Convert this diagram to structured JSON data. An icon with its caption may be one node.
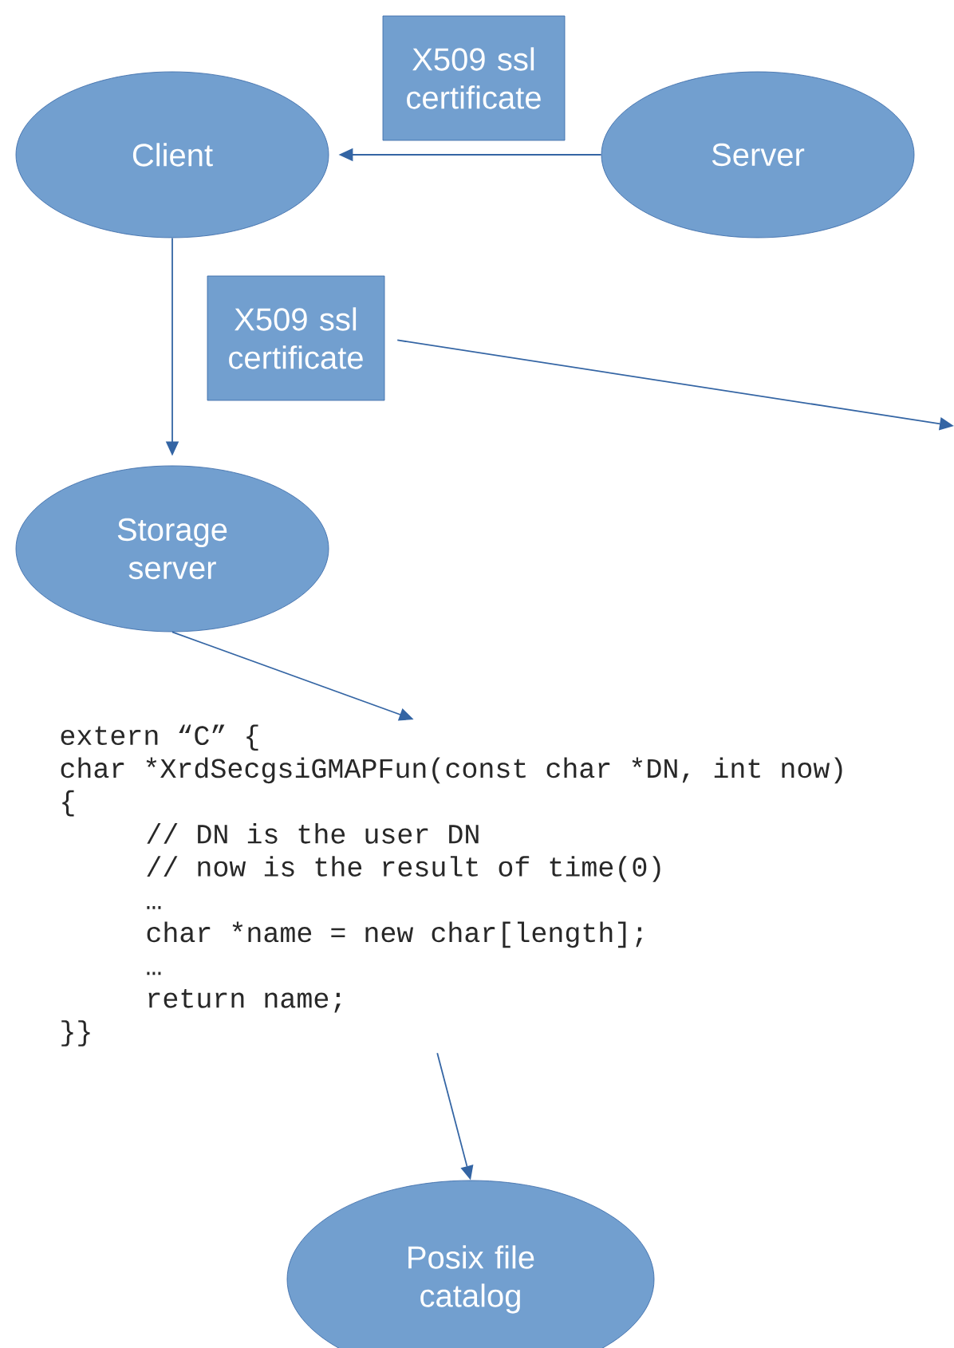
{
  "diagram": {
    "nodes": [
      {
        "text": [
          "X509 ssl certificate"
        ]
      },
      {
        "text": [
          "Client"
        ]
      },
      {
        "text": [
          "Server"
        ]
      },
      {
        "text": [
          "X509 ssl certificate"
        ]
      },
      {
        "text": [
          "Storage server"
        ]
      },
      {
        "text": [
          "extern “C” {",
          "char *XrdSecgsiGMAPFun(const char *DN, int now)",
          "{",
          "// DN is the user DN",
          "// now is the result of time(0)",
          "…",
          "char *name = new char[length];",
          "…",
          "return name;",
          "}}"
        ]
      },
      {
        "text": [
          "Posix file catalog"
        ]
      }
    ],
    "edges": [
      {
        "from": 2,
        "to": 1,
        "arrow": "to"
      },
      {
        "from": 1,
        "to": 4,
        "arrow": "to"
      },
      {
        "from": 3,
        "to": null,
        "arrow": "to"
      },
      {
        "from": 4,
        "to": 5,
        "arrow": "to"
      },
      {
        "from": 5,
        "to": 6,
        "arrow": "to"
      }
    ]
  }
}
